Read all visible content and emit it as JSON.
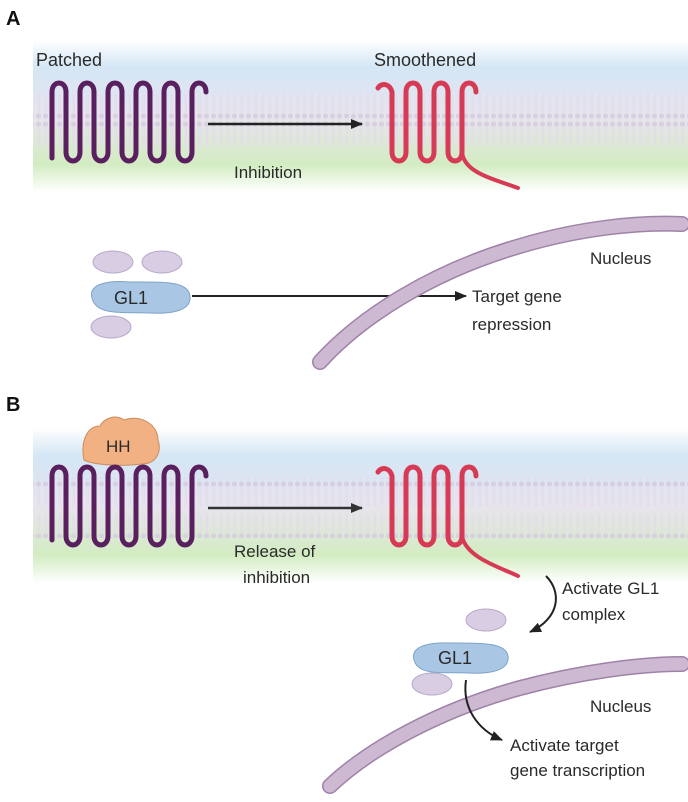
{
  "panel_a": {
    "letter": "A",
    "patched_label": "Patched",
    "smoothened_label": "Smoothened",
    "arrow_label": "Inhibition",
    "gl1_label": "GL1",
    "nucleus_label": "Nucleus",
    "target_line1": "Target gene",
    "target_line2": "repression"
  },
  "panel_b": {
    "letter": "B",
    "hh_label": "HH",
    "arrow_line1": "Release of",
    "arrow_line2": "inhibition",
    "activate_line1": "Activate GL1",
    "activate_line2": "complex",
    "gl1_label": "GL1",
    "nucleus_label": "Nucleus",
    "target_line1": "Activate target",
    "target_line2": "gene transcription"
  },
  "colors": {
    "patched": "#5a1f5e",
    "smoothened": "#d63a55",
    "gl1_fill": "#a9c7e4",
    "subunit_fill": "#d8cde3",
    "nucleus_fill": "#cdb9d2",
    "hh_fill": "#f2b183",
    "membrane_top": "#cfe2f3",
    "membrane_bottom": "#d6ecc4"
  }
}
